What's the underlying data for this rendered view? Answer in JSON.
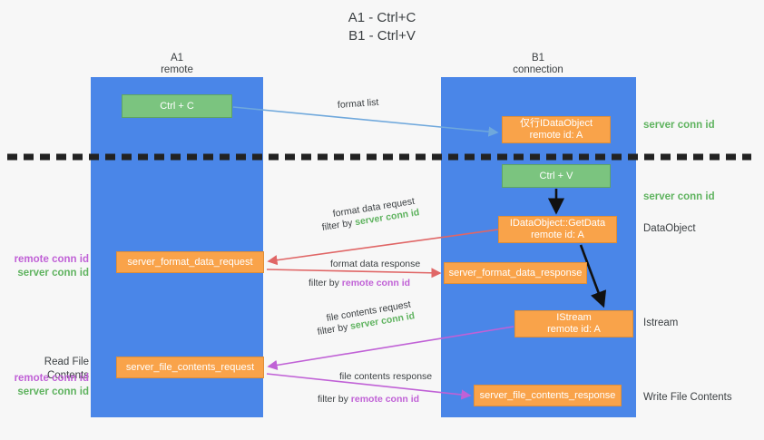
{
  "title": {
    "line1": "A1 - Ctrl+C",
    "line2": "B1 - Ctrl+V"
  },
  "lanes": [
    {
      "name": "A1",
      "sub": "remote"
    },
    {
      "name": "B1",
      "sub": "connection"
    }
  ],
  "nodes": {
    "ctrl_c": {
      "line1": "Ctrl + C",
      "line2": ""
    },
    "idataobject": {
      "line1": "仅行IDataObject",
      "line2": "remote id: A"
    },
    "ctrl_v": {
      "line1": "Ctrl + V",
      "line2": ""
    },
    "getdata": {
      "line1": "IDataObject::GetData",
      "line2": "remote id: A"
    },
    "format_data_request": {
      "line1": "server_format_data_request",
      "line2": ""
    },
    "format_data_response": {
      "line1": "server_format_data_response",
      "line2": ""
    },
    "istream": {
      "line1": "IStream",
      "line2": "remote id: A"
    },
    "file_contents_request": {
      "line1": "server_file_contents_request",
      "line2": ""
    },
    "file_contents_response": {
      "line1": "server_file_contents_response",
      "line2": ""
    }
  },
  "captions": {
    "format_list": "format list",
    "format_data_request": "format data request",
    "filter_by": "filter by",
    "server_conn_id": "server conn id",
    "remote_conn_id": "remote conn id",
    "format_data_response": "format data response",
    "file_contents_request": "file contents request",
    "file_contents_response": "file contents response"
  },
  "side_labels": {
    "server_conn_id_top": "server conn id",
    "server_conn_id_mid": "server conn id",
    "dataobject": "DataObject",
    "istream": "Istream",
    "write_file_contents": "Write File Contents",
    "read_file_contents": "Read File Contents",
    "remote_conn_id": "remote conn id",
    "server_conn_id": "server conn id"
  },
  "colors": {
    "lane": "#4a86e8",
    "green_node": "#7bc47f",
    "orange_node": "#f9a34a",
    "green_text": "#5fb35f",
    "purple_text": "#c061d6",
    "blue_arrow": "#6fa8dc",
    "red_arrow": "#e06666",
    "magenta_arrow": "#c061d6",
    "divider": "#222222",
    "background": "#f7f7f7"
  }
}
